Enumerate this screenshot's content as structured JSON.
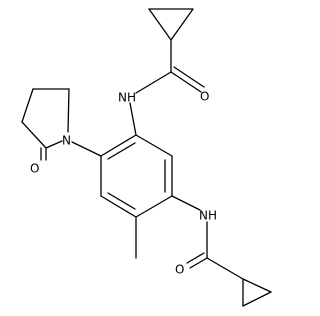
{
  "molecule": {
    "atoms": {
      "o_lactam": "O",
      "n_lactam": "N",
      "nh_top": "NH",
      "o_top": "O",
      "nh_bottom": "NH",
      "o_bottom": "O"
    }
  }
}
